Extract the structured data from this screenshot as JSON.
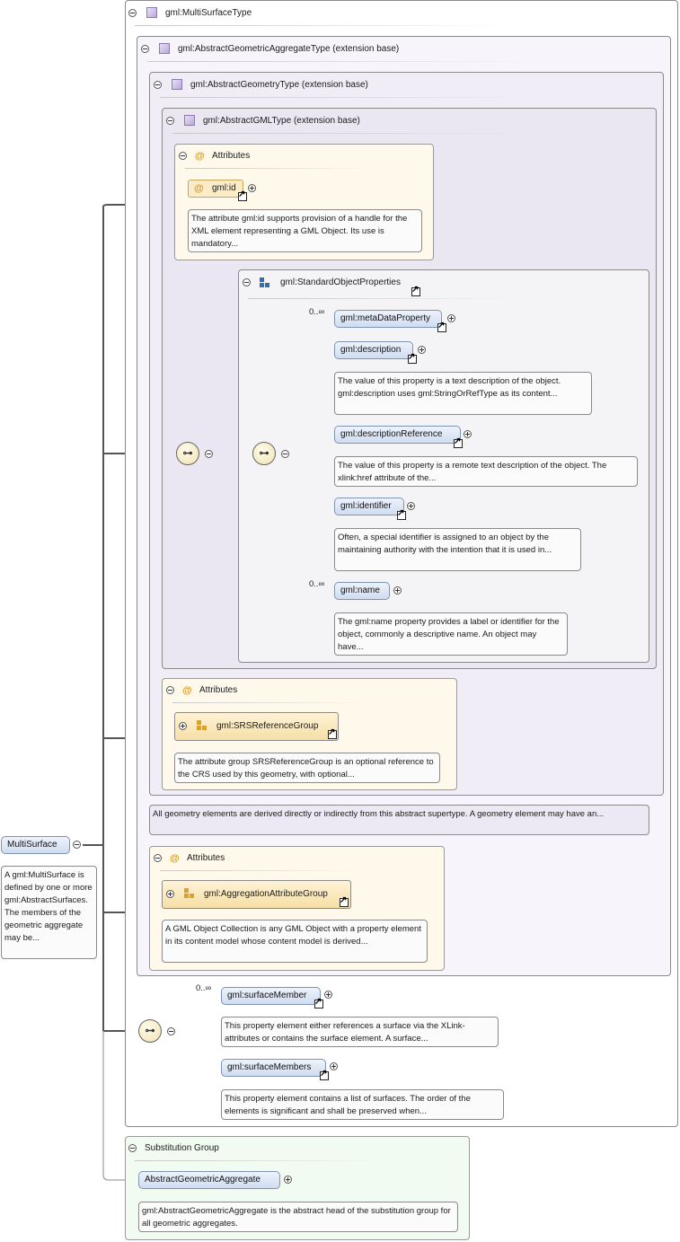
{
  "types": {
    "multi_surface_type": "gml:MultiSurfaceType",
    "abstract_geometric_aggregate_type": "gml:AbstractGeometricAggregateType (extension base)",
    "abstract_geometry_type": "gml:AbstractGeometryType (extension base)",
    "abstract_gml_type": "gml:AbstractGMLType (extension base)"
  },
  "root": {
    "name": "MultiSurface",
    "doc": "A gml:MultiSurface is defined by one or more gml:AbstractSurfaces. The members of the geometric aggregate may be..."
  },
  "attrs_gml": {
    "title": "Attributes",
    "id_label": "gml:id",
    "id_doc": "The attribute gml:id supports provision of a handle for the XML element representing a GML Object. Its use is mandatory..."
  },
  "std_props": {
    "title": "gml:StandardObjectProperties",
    "metadata": {
      "label": "gml:metaDataProperty",
      "card": "0..∞"
    },
    "description": {
      "label": "gml:description",
      "doc": "The value of this property is a text description of the object. gml:description uses gml:StringOrRefType as its content..."
    },
    "description_ref": {
      "label": "gml:descriptionReference",
      "doc": "The value of this property is a remote text description of the object. The xlink:href attribute of the..."
    },
    "identifier": {
      "label": "gml:identifier",
      "doc": "Often, a special identifier is assigned to an object by the maintaining authority with the intention that it is used in..."
    },
    "name": {
      "label": "gml:name",
      "card": "0..∞",
      "doc": "The gml:name property provides a label or identifier for the object, commonly a descriptive name. An object may have..."
    }
  },
  "attrs_srs": {
    "title": "Attributes",
    "group_label": "gml:SRSReferenceGroup",
    "doc": "The attribute group SRSReferenceGroup is an optional reference to the CRS used by this geometry, with optional..."
  },
  "geometry_doc": "All geometry elements are derived directly or indirectly from this abstract supertype. A geometry element may have an...",
  "attrs_agg": {
    "title": "Attributes",
    "group_label": "gml:AggregationAttributeGroup",
    "doc": "A GML Object Collection is any GML Object with a property element in its content model whose content model is derived..."
  },
  "surface_member": {
    "label": "gml:surfaceMember",
    "card": "0..∞",
    "doc": "This property element either references a surface via the XLink-attributes or contains the surface element. A surface..."
  },
  "surface_members": {
    "label": "gml:surfaceMembers",
    "doc": "This property element contains a list of surfaces. The order of the elements is significant and shall be preserved when..."
  },
  "substitution": {
    "title": "Substitution Group",
    "head": "AbstractGeometricAggregate",
    "doc": "gml:AbstractGeometricAggregate is the abstract head of the substitution group for all geometric aggregates."
  },
  "icons": {
    "type": "complex-type-icon",
    "attribute": "at-sign-icon",
    "group": "model-group-icon",
    "sequence": "sequence-icon",
    "link": "link-arrow-icon"
  }
}
